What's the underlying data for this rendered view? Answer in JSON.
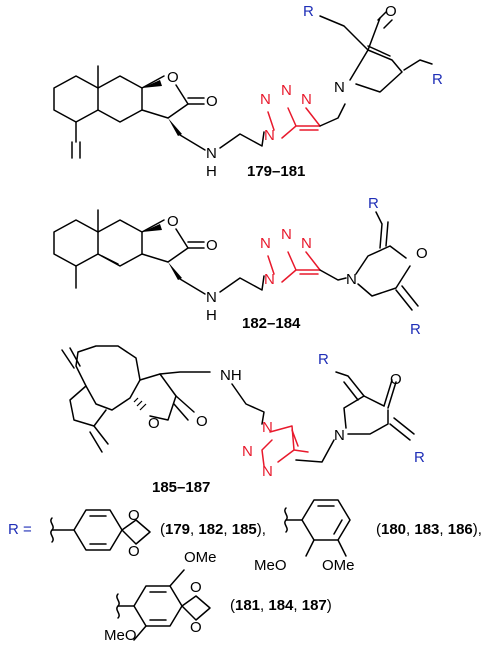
{
  "colors": {
    "bond": "#000000",
    "triazole": "#e8192c",
    "r_group": "#1f2fb7"
  },
  "atoms": {
    "oxygen": "O",
    "nitrogen": "N",
    "nh_n": "N",
    "nh_h": "H",
    "nh": "NH",
    "r": "R",
    "ome": "OMe",
    "meo": "MeO"
  },
  "compounds": {
    "first": "179–181",
    "second": "182–184",
    "third": "185–187"
  },
  "legend": {
    "r_equals": "R =",
    "paren_open": "(",
    "set1": [
      "179",
      "182",
      "185"
    ],
    "set2": [
      "180",
      "183",
      "186"
    ],
    "set3": [
      "181",
      "184",
      "187"
    ],
    "comma": ", ",
    "close_comma": "),",
    "close": ")"
  }
}
